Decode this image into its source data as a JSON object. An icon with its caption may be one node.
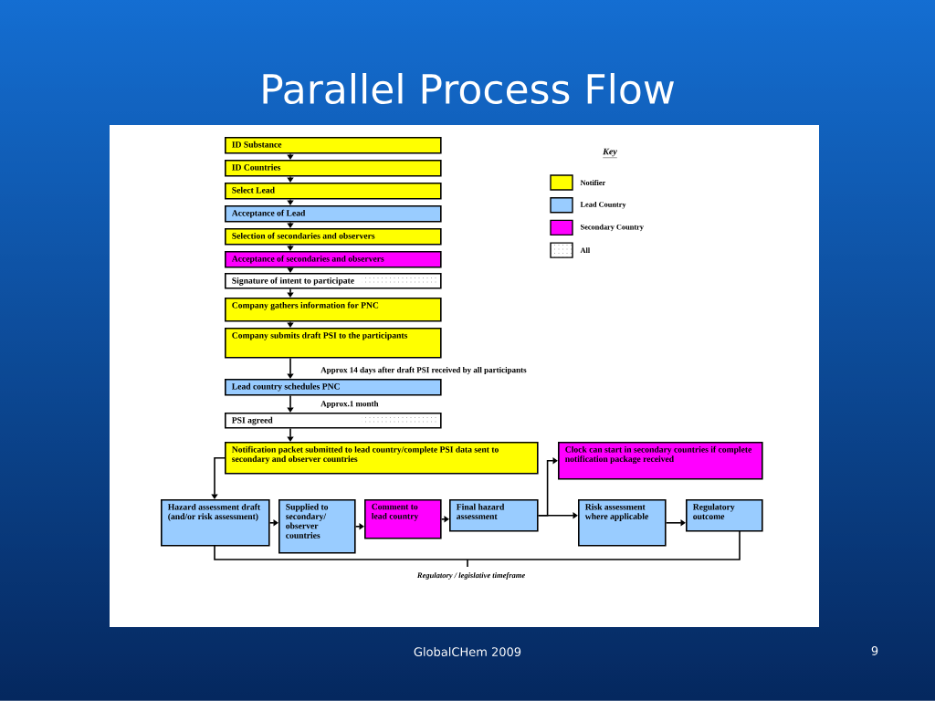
{
  "diagram": {
    "title": "Parallel Process Flow",
    "nodes": [
      {
        "text": [
          "ID Substance"
        ]
      },
      {
        "text": [
          "ID Countries"
        ]
      },
      {
        "text": [
          "Select Lead"
        ]
      },
      {
        "text": [
          "Acceptance of Lead"
        ]
      },
      {
        "text": [
          "Selection of secondaries and observers"
        ]
      },
      {
        "text": [
          "Acceptance of secondaries and observers"
        ]
      },
      {
        "text": [
          "Signature of intent to participate"
        ]
      },
      {
        "text": [
          "Company gathers information for PNC"
        ]
      },
      {
        "text": [
          "Company submits draft PSI to the participants"
        ]
      },
      {
        "text": [
          "Lead country schedules PNC"
        ]
      },
      {
        "text": [
          "PSI agreed"
        ]
      },
      {
        "text": [
          "Notification packet submitted to lead country/complete PSI data sent to secondary and observer countries"
        ]
      },
      {
        "text": [
          "Clock can start in secondary countries if complete notification package received"
        ]
      },
      {
        "text": [
          "Hazard assessment draft (and/or risk assessment)"
        ]
      },
      {
        "text": [
          "Supplied to secondary/ observer countries"
        ]
      },
      {
        "text": [
          "Comment to lead country"
        ]
      },
      {
        "text": [
          "Final hazard assessment"
        ]
      },
      {
        "text": [
          "Risk assessment where applicable"
        ]
      },
      {
        "text": [
          "Regulatory outcome"
        ]
      }
    ],
    "edges": [
      {
        "from": 0,
        "to": 1,
        "arrow": "to"
      },
      {
        "from": 1,
        "to": 2,
        "arrow": "to"
      },
      {
        "from": 2,
        "to": 3,
        "arrow": "to"
      },
      {
        "from": 3,
        "to": 4,
        "arrow": "to"
      },
      {
        "from": 4,
        "to": 5,
        "arrow": "to"
      },
      {
        "from": 5,
        "to": 6,
        "arrow": "to"
      },
      {
        "from": 6,
        "to": 7,
        "arrow": "to"
      },
      {
        "from": 7,
        "to": 8,
        "arrow": "to"
      },
      {
        "from": 8,
        "to": 9,
        "arrow": "to",
        "label": "Approx 14 days after draft PSI received by all participants"
      },
      {
        "from": 9,
        "to": 10,
        "arrow": "to",
        "label": "Approx.1 month"
      },
      {
        "from": 10,
        "to": 11,
        "arrow": "to"
      },
      {
        "from": 11,
        "to": 13,
        "arrow": "to"
      },
      {
        "from": 13,
        "to": 14,
        "arrow": "to"
      },
      {
        "from": 14,
        "to": 15,
        "arrow": "to"
      },
      {
        "from": 15,
        "to": 16,
        "arrow": "to"
      },
      {
        "from": 16,
        "to": 12,
        "arrow": "to"
      },
      {
        "from": 16,
        "to": 17,
        "arrow": "to"
      },
      {
        "from": 17,
        "to": 18,
        "arrow": "to"
      }
    ],
    "labels": [
      "Key",
      "Regulatory / legislative timeframe",
      "GlobalCHem 2009",
      "9"
    ],
    "legend": [
      {
        "text": "Notifier",
        "color": "#ffff00"
      },
      {
        "text": "Lead Country",
        "color": "#99ccff"
      },
      {
        "text": "Secondary Country",
        "color": "#ff00ff"
      },
      {
        "text": "All"
      }
    ]
  }
}
